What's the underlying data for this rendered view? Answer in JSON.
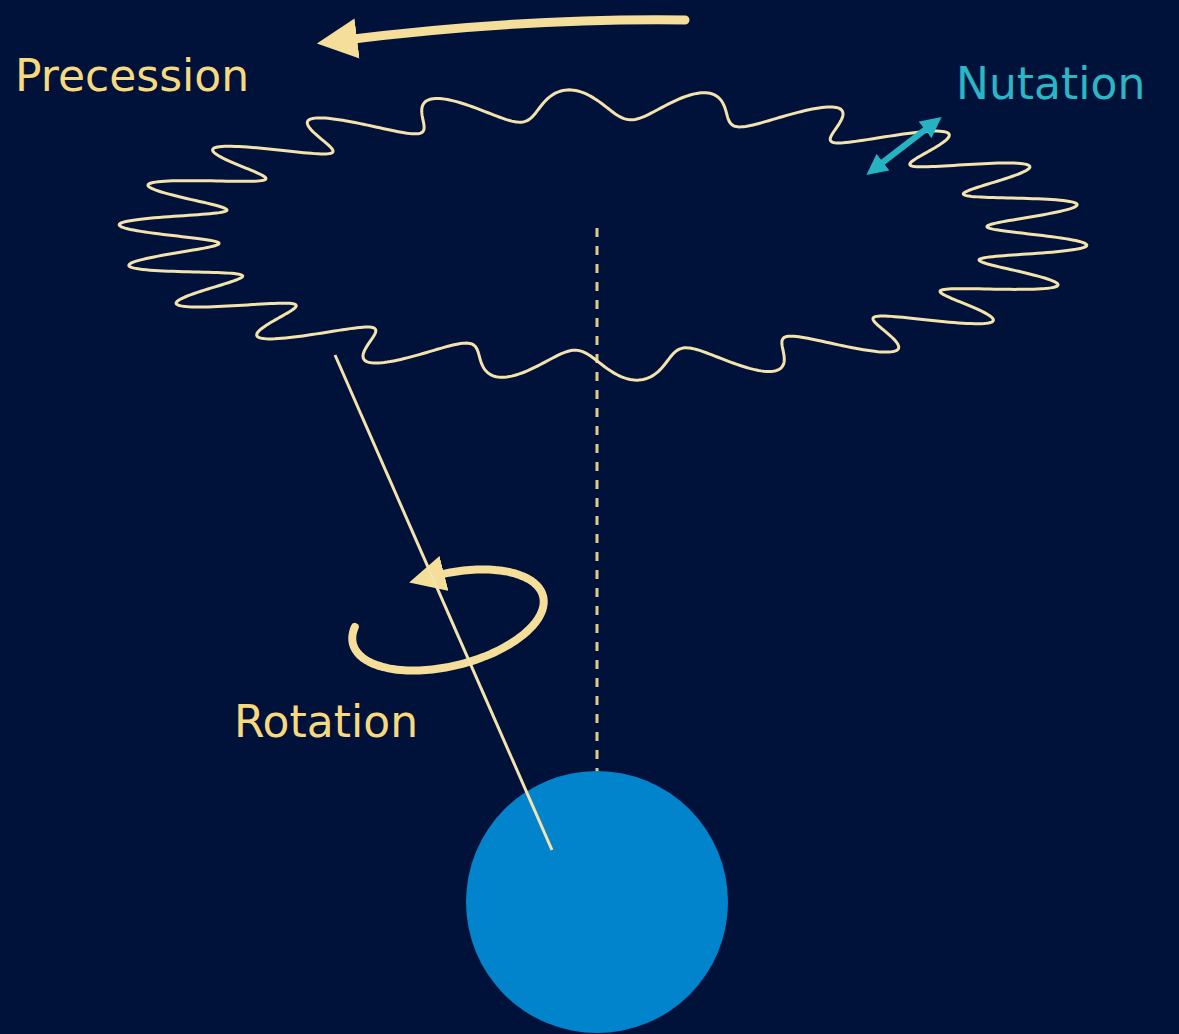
{
  "diagram": {
    "labels": [
      "Precession",
      "Nutation",
      "Rotation"
    ]
  }
}
